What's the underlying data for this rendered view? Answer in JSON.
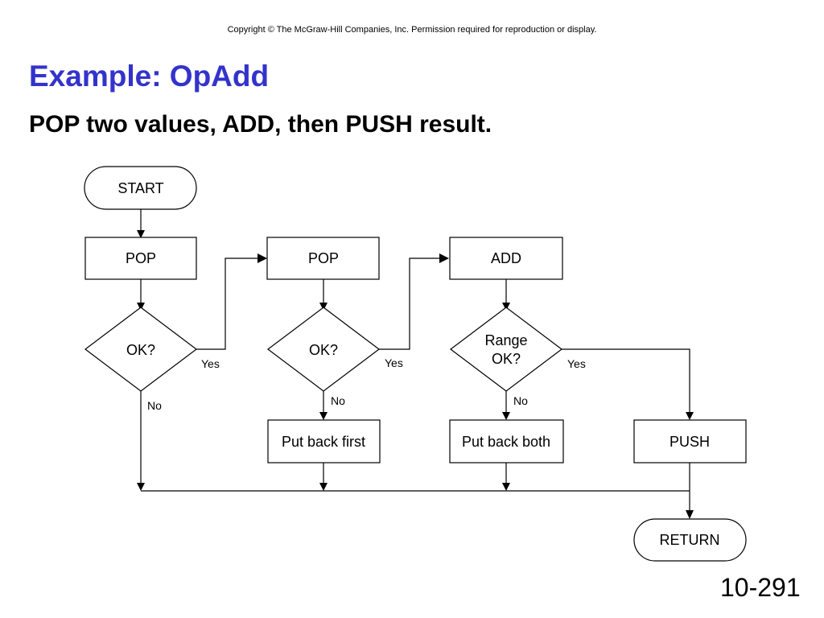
{
  "header": {
    "copyright": "Copyright © The McGraw-Hill Companies, Inc. Permission required for reproduction or display."
  },
  "slide": {
    "title": "Example: OpAdd",
    "subtitle": "POP two values, ADD, then PUSH result.",
    "page_number": "10-291"
  },
  "flowchart": {
    "nodes": {
      "start": "START",
      "pop1": "POP",
      "pop2": "POP",
      "add": "ADD",
      "ok1": "OK?",
      "ok2": "OK?",
      "range_line1": "Range",
      "range_line2": "OK?",
      "put_back_first": "Put back first",
      "put_back_both": "Put back both",
      "push": "PUSH",
      "return": "RETURN"
    },
    "edge_labels": {
      "ok1_yes": "Yes",
      "ok1_no": "No",
      "ok2_yes": "Yes",
      "ok2_no": "No",
      "range_yes": "Yes",
      "range_no": "No"
    }
  }
}
